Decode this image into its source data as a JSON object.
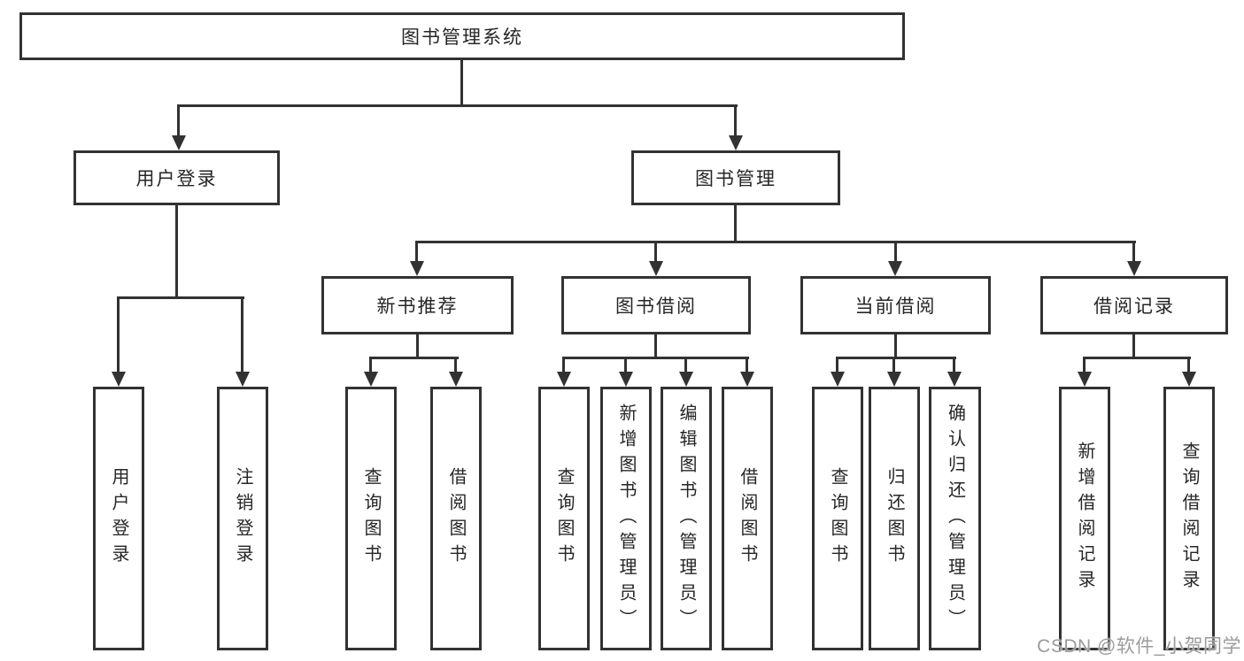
{
  "watermark": "CSDN @软件_小贺同学",
  "tree": {
    "root": {
      "label": "图书管理系统",
      "children": [
        {
          "label": "用户登录",
          "children": [
            {
              "label": "用户登录"
            },
            {
              "label": "注销登录"
            }
          ]
        },
        {
          "label": "图书管理",
          "children": [
            {
              "label": "新书推荐",
              "children": [
                {
                  "label": "查询图书"
                },
                {
                  "label": "借阅图书"
                }
              ]
            },
            {
              "label": "图书借阅",
              "children": [
                {
                  "label": "查询图书"
                },
                {
                  "label": "新增图书（管理员）"
                },
                {
                  "label": "编辑图书（管理员）"
                },
                {
                  "label": "借阅图书"
                }
              ]
            },
            {
              "label": "当前借阅",
              "children": [
                {
                  "label": "查询图书"
                },
                {
                  "label": "归还图书"
                },
                {
                  "label": "确认归还（管理员）"
                }
              ]
            },
            {
              "label": "借阅记录",
              "children": [
                {
                  "label": "新增借阅记录"
                },
                {
                  "label": "查询借阅记录"
                }
              ]
            }
          ]
        }
      ]
    }
  },
  "colors": {
    "line": "#323232",
    "box_fill": "#ffffff",
    "text": "#262626",
    "watermark": "#9b9b9b"
  }
}
